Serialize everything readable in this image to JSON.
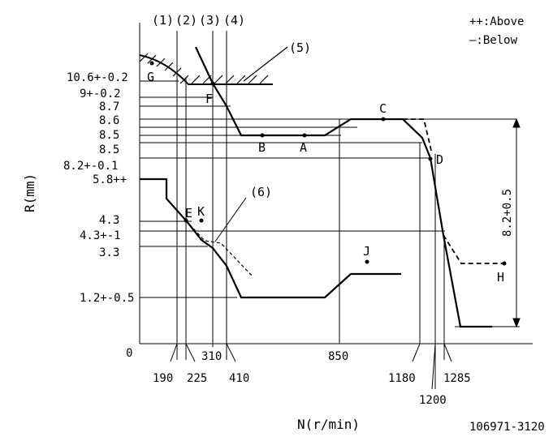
{
  "legend": {
    "above": "++:Above",
    "below": "—:Below"
  },
  "callouts": {
    "c1": "(1)",
    "c2": "(2)",
    "c3": "(3)",
    "c4": "(4)",
    "c5": "(5)",
    "c6": "(6)"
  },
  "axes": {
    "y_label": "R(mm)",
    "x_label": "N(r/min)",
    "origin": "0"
  },
  "figure_id": "106971-3120",
  "y_ticks": {
    "t10_6": "10.6+-0.2",
    "t9": "9+-0.2",
    "t8_7": "8.7",
    "t8_6": "8.6",
    "t8_5a": "8.5",
    "t8_5b": "8.5",
    "t8_2": "8.2+-0.1",
    "t5_8": "5.8++",
    "t4_3": "4.3",
    "t4_3b": "4.3+-1",
    "t3_3": "3.3",
    "t1_2": "1.2+-0.5"
  },
  "x_ticks": {
    "x190": "190",
    "x225": "225",
    "x310": "310",
    "x410": "410",
    "x850": "850",
    "x1180": "1180",
    "x1200": "1200",
    "x1285": "1285"
  },
  "points": {
    "A": "A",
    "B": "B",
    "C": "C",
    "D": "D",
    "E": "E",
    "F": "F",
    "G": "G",
    "H": "H",
    "J": "J",
    "K": "K"
  },
  "dimension": "8.2+0.5"
}
